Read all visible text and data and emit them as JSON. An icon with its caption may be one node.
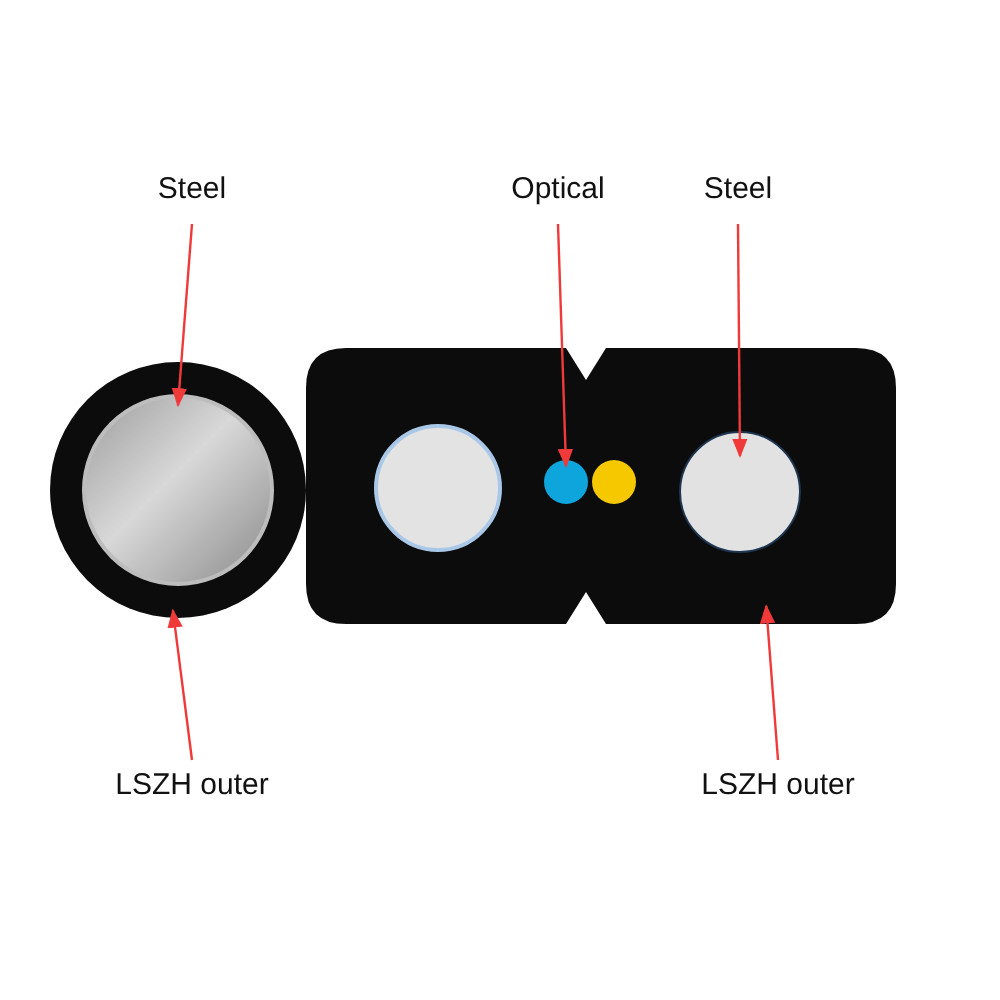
{
  "diagram": {
    "nodes": [
      {
        "text": [
          "Steel"
        ]
      },
      {
        "text": [
          "Optical"
        ]
      },
      {
        "text": [
          "Steel"
        ]
      },
      {
        "text": [
          "LSZH outer"
        ]
      },
      {
        "text": [
          "LSZH outer"
        ]
      },
      {
        "text": [],
        "shape": "circle",
        "in": 8
      },
      {
        "text": [],
        "shape": "circle",
        "in": 9
      },
      {
        "text": [],
        "shape": "circle",
        "in": 9
      },
      {
        "text": [],
        "shape": "circle"
      },
      {
        "text": [],
        "shape": "box"
      }
    ],
    "edges": [
      {
        "from": 0,
        "to": 5,
        "arrow": "to"
      },
      {
        "from": 1,
        "to": 6,
        "arrow": "to"
      },
      {
        "from": 2,
        "to": 7,
        "arrow": "to"
      },
      {
        "from": 3,
        "to": 8,
        "arrow": "to"
      },
      {
        "from": 4,
        "to": 9,
        "arrow": "to"
      }
    ]
  }
}
